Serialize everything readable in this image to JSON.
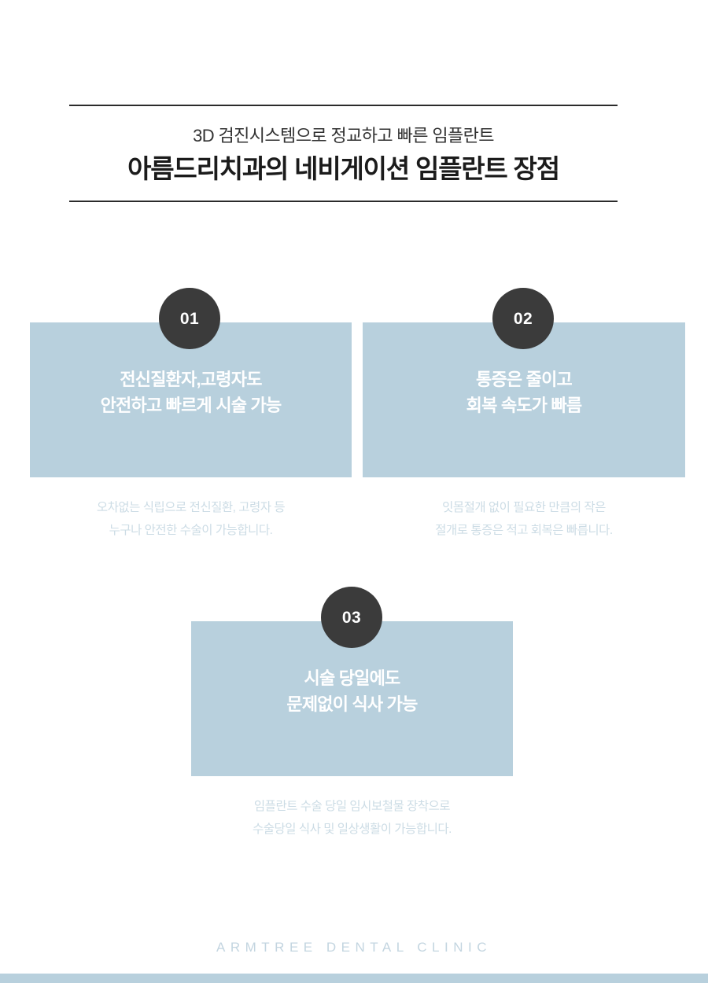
{
  "header": {
    "subtitle": "3D 검진시스템으로 정교하고 빠른 임플란트",
    "title": "아름드리치과의 네비게이션 임플란트 장점"
  },
  "cards": [
    {
      "badge": "01",
      "heading": "전신질환자,고령자도\n안전하고 빠르게 시술 가능",
      "caption": "오차없는 식립으로 전신질환, 고령자 등\n누구나 안전한 수술이 가능합니다."
    },
    {
      "badge": "02",
      "heading": "통증은 줄이고\n회복 속도가 빠름",
      "caption": "잇몸절개 없이 필요한 만큼의 작은\n절개로 통증은 적고 회복은 빠릅니다."
    },
    {
      "badge": "03",
      "heading": "시술 당일에도\n문제없이 식사 가능",
      "caption": "임플란트 수술 당일 임시보철물 장착으로\n수술당일 식사 및 일상생활이 가능합니다."
    }
  ],
  "footer": {
    "brand": "ARMTREE DENTAL CLINIC"
  },
  "colors": {
    "card_background": "#b8d0dd",
    "badge_background": "#3b3b3b",
    "caption_text": "#ccdce5",
    "rule": "#2b2b2b",
    "footer_brand_text": "#c3d5e0",
    "footer_bar": "#b8d0dd",
    "page_background": "#ffffff"
  }
}
